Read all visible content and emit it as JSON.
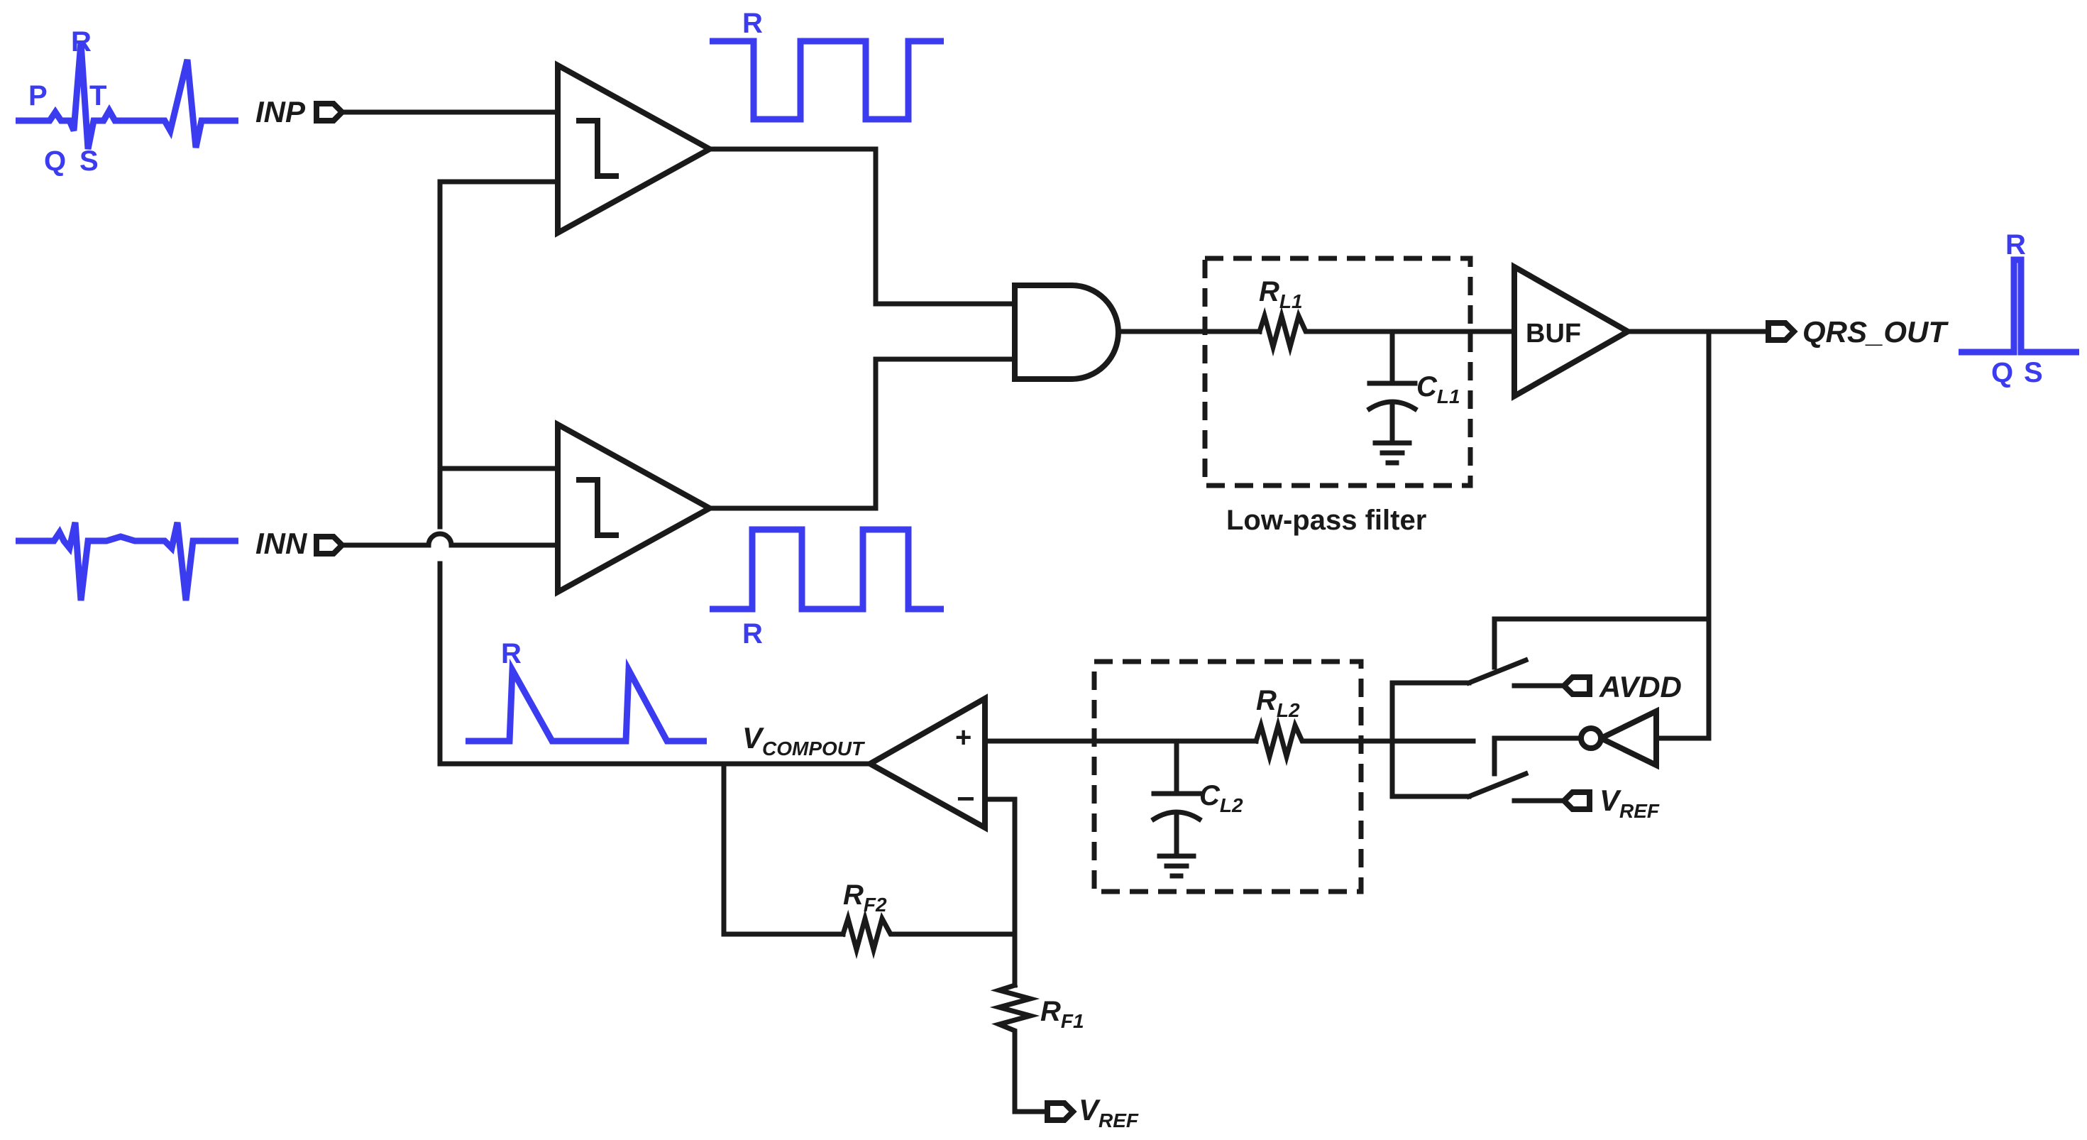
{
  "colors": {
    "wire": "#1a1a1a",
    "waveform": "#3b3bf0",
    "background": "#ffffff"
  },
  "inputs": {
    "inp": "INP",
    "inn": "INN"
  },
  "outputs": {
    "qrs_out": "QRS_OUT"
  },
  "ecg_labels": {
    "p": "P",
    "q": "Q",
    "r": "R",
    "s": "S",
    "t": "T"
  },
  "waveform_labels": {
    "comp_top_r": "R",
    "comp_bottom_r": "R",
    "vcomp_r": "R",
    "out_r": "R",
    "out_q": "Q",
    "out_s": "S"
  },
  "buffer": {
    "label": "BUF"
  },
  "lpf1": {
    "caption": "Low-pass filter",
    "r": {
      "main": "R",
      "sub": "L1"
    },
    "c": {
      "main": "C",
      "sub": "L1"
    }
  },
  "lpf2": {
    "r": {
      "main": "R",
      "sub": "L2"
    },
    "c": {
      "main": "C",
      "sub": "L2"
    }
  },
  "opamp": {
    "plus": "+",
    "minus": "−"
  },
  "vcompout": {
    "main": "V",
    "sub": "COMPOUT"
  },
  "rf1": {
    "main": "R",
    "sub": "F1"
  },
  "rf2": {
    "main": "R",
    "sub": "F2"
  },
  "avdd": "AVDD",
  "vref_switch": {
    "main": "V",
    "sub": "REF"
  },
  "vref_bottom": {
    "main": "V",
    "sub": "REF"
  }
}
